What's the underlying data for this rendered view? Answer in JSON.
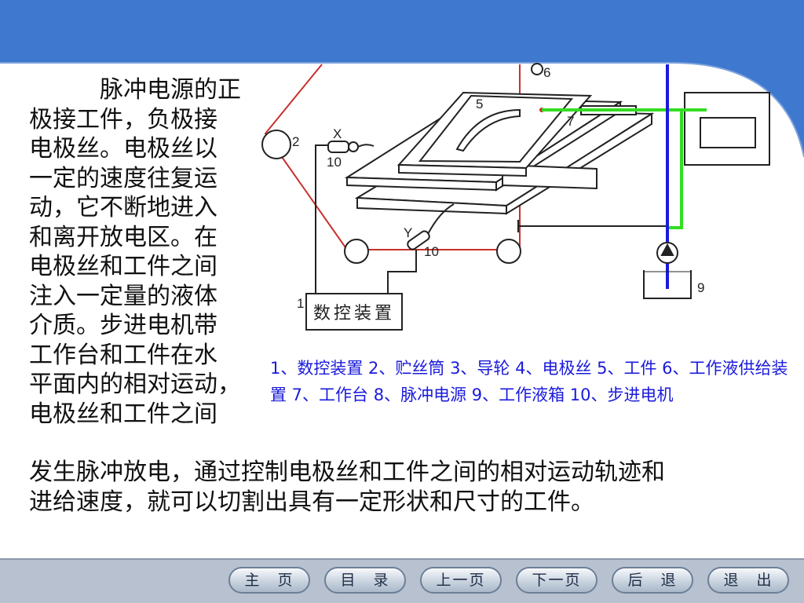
{
  "theme": {
    "header_blue": "#3e78cf",
    "bar_gray": "#b7c1cf",
    "legend_blue": "#1a1adc",
    "wire_red": "#c8302c",
    "pipe_blue": "#1a1adc",
    "conn_green": "#33dd22"
  },
  "body_text": {
    "left_block": "　　　脉冲电源的正\n极接工件，负极接\n电极丝。电极丝以\n一定的速度往复运\n动，它不断地进入\n和离开放电区。在\n电极丝和工件之间\n注入一定量的液体\n介质。步进电机带\n工作台和工件在水\n平面内的相对运动，\n电极丝和工件之间",
    "bottom_block": "发生脉冲放电，通过控制电极丝和工件之间的相对运动轨迹和\n进给速度，就可以切割出具有一定形状和尺寸的工件。"
  },
  "legend": "1、数控装置 2、贮丝筒 3、导轮 4、电极丝 5、工件 6、工作液供给装置 7、工作台  8、脉冲电源 9、工作液箱 10、步进电机",
  "diagram": {
    "controller_label": "数控装置",
    "numbers": {
      "n1": "1",
      "n2": "2",
      "n5": "5",
      "n6": "6",
      "n7": "7",
      "n9": "9",
      "n10a": "10",
      "n10b": "10",
      "x": "X",
      "y": "Y"
    }
  },
  "nav": {
    "home": "主　页",
    "contents": "目　录",
    "prev": "上一页",
    "next": "下一页",
    "back": "后　退",
    "exit": "退　出"
  }
}
